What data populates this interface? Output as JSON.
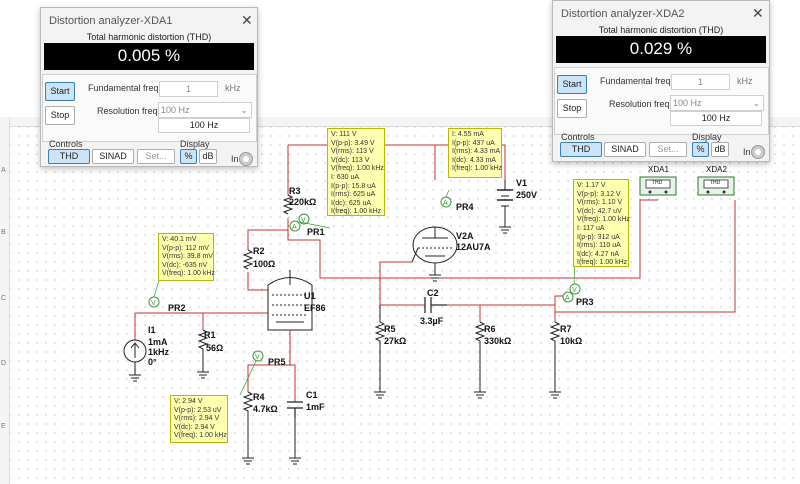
{
  "rows": [
    "A",
    "B",
    "C",
    "D",
    "E"
  ],
  "xda1": {
    "title": "Distortion analyzer-XDA1",
    "close": "✕",
    "thd_caption": "Total harmonic distortion (THD)",
    "thd_value": "0.005 %",
    "start": "Start",
    "stop": "Stop",
    "fund_label": "Fundamental freq.",
    "fund_value": "1",
    "fund_unit": "kHz",
    "res_label": "Resolution freq.",
    "res_select": "100 Hz",
    "res_value": "100 Hz",
    "controls_label": "Controls",
    "display_label": "Display",
    "thd_btn": "THD",
    "sinad_btn": "SINAD",
    "set_btn": "Set...",
    "pct_btn": "%",
    "db_btn": "dB",
    "in_label": "In"
  },
  "xda2": {
    "title": "Distortion analyzer-XDA2",
    "close": "✕",
    "thd_caption": "Total harmonic distortion (THD)",
    "thd_value": "0.029 %",
    "start": "Start",
    "stop": "Stop",
    "fund_label": "Fundamental freq.",
    "fund_value": "1",
    "fund_unit": "kHz",
    "res_label": "Resolution freq.",
    "res_select": "100 Hz",
    "res_value": "100 Hz",
    "controls_label": "Controls",
    "display_label": "Display",
    "thd_btn": "THD",
    "sinad_btn": "SINAD",
    "set_btn": "Set...",
    "pct_btn": "%",
    "db_btn": "dB",
    "in_label": "In"
  },
  "instruments": {
    "xda1": "XDA1",
    "xda2": "XDA2",
    "face": "THD"
  },
  "components": {
    "r3_name": "R3",
    "r3_val": "220kΩ",
    "r2_name": "R2",
    "r2_val": "100Ω",
    "r1_name": "R1",
    "r1_val": "56Ω",
    "r4_name": "R4",
    "r4_val": "4.7kΩ",
    "r5_name": "R5",
    "r5_val": "27kΩ",
    "r6_name": "R6",
    "r6_val": "330kΩ",
    "r7_name": "R7",
    "r7_val": "10kΩ",
    "c1_name": "C1",
    "c1_val": "1mF",
    "c2_name": "C2",
    "c2_val": "3.3µF",
    "u1_name": "U1",
    "u1_val": "EF86",
    "v2a_name": "V2A",
    "v2a_val": "12AU7A",
    "v1_name": "V1",
    "v1_val": "250V",
    "i1_name": "I1",
    "i1_v1": "1mA",
    "i1_v2": "1kHz",
    "i1_v3": "0°",
    "pr1": "PR1",
    "pr2": "PR2",
    "pr3": "PR3",
    "pr4": "PR4",
    "pr5": "PR5"
  },
  "probes": {
    "pr1": [
      "V: 111 V",
      "V(p-p): 3.49 V",
      "V(rms): 113 V",
      "V(dc): 113 V",
      "V(freq): 1.00 kHz",
      "I: 630 uA",
      "I(p-p): 15.8 uA",
      "I(rms): 625 uA",
      "I(dc): 625 uA",
      "I(freq): 1.00 kHz"
    ],
    "pr4": [
      "I: 4.55 mA",
      "I(p-p): 437 uA",
      "I(rms): 4.33 mA",
      "I(dc): 4.33 mA",
      "I(freq): 1.00 kHz"
    ],
    "pr2": [
      "V: 40.1 mV",
      "V(p-p): 112 mV",
      "V(rms): 39.8 mV",
      "V(dc): -635 nV",
      "V(freq): 1.00 kHz"
    ],
    "pr3": [
      "V: 1.17 V",
      "V(p-p): 3.12 V",
      "V(rms): 1.10 V",
      "V(dc): 42.7 uV",
      "V(freq): 1.00 kHz",
      "I: 117 uA",
      "I(p-p): 312 uA",
      "I(rms): 110 uA",
      "I(dc): 4.27 nA",
      "I(freq): 1.00 kHz"
    ],
    "pr5": [
      "V: 2.94 V",
      "V(p-p): 2.53 uV",
      "V(rms): 2.94 V",
      "V(dc): 2.94 V",
      "V(freq): 1.00 kHz"
    ]
  }
}
